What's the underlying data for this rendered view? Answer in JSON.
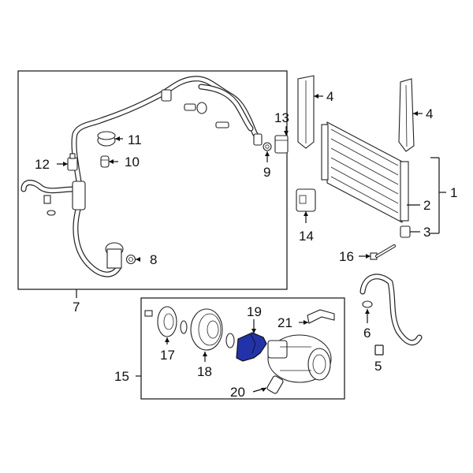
{
  "colors": {
    "line": "#111111",
    "highlight": "#2233aa",
    "background": "#ffffff"
  },
  "callouts": [
    {
      "id": "c1",
      "text": "1"
    },
    {
      "id": "c2",
      "text": "2"
    },
    {
      "id": "c3",
      "text": "3"
    },
    {
      "id": "c4a",
      "text": "4"
    },
    {
      "id": "c4b",
      "text": "4"
    },
    {
      "id": "c5",
      "text": "5"
    },
    {
      "id": "c6",
      "text": "6"
    },
    {
      "id": "c7",
      "text": "7"
    },
    {
      "id": "c8",
      "text": "8"
    },
    {
      "id": "c9",
      "text": "9"
    },
    {
      "id": "c10",
      "text": "10"
    },
    {
      "id": "c11",
      "text": "11"
    },
    {
      "id": "c12",
      "text": "12"
    },
    {
      "id": "c13",
      "text": "13"
    },
    {
      "id": "c14",
      "text": "14"
    },
    {
      "id": "c15",
      "text": "15"
    },
    {
      "id": "c16",
      "text": "16"
    },
    {
      "id": "c17",
      "text": "17"
    },
    {
      "id": "c18",
      "text": "18"
    },
    {
      "id": "c19",
      "text": "19"
    },
    {
      "id": "c20",
      "text": "20"
    },
    {
      "id": "c21",
      "text": "21"
    }
  ]
}
